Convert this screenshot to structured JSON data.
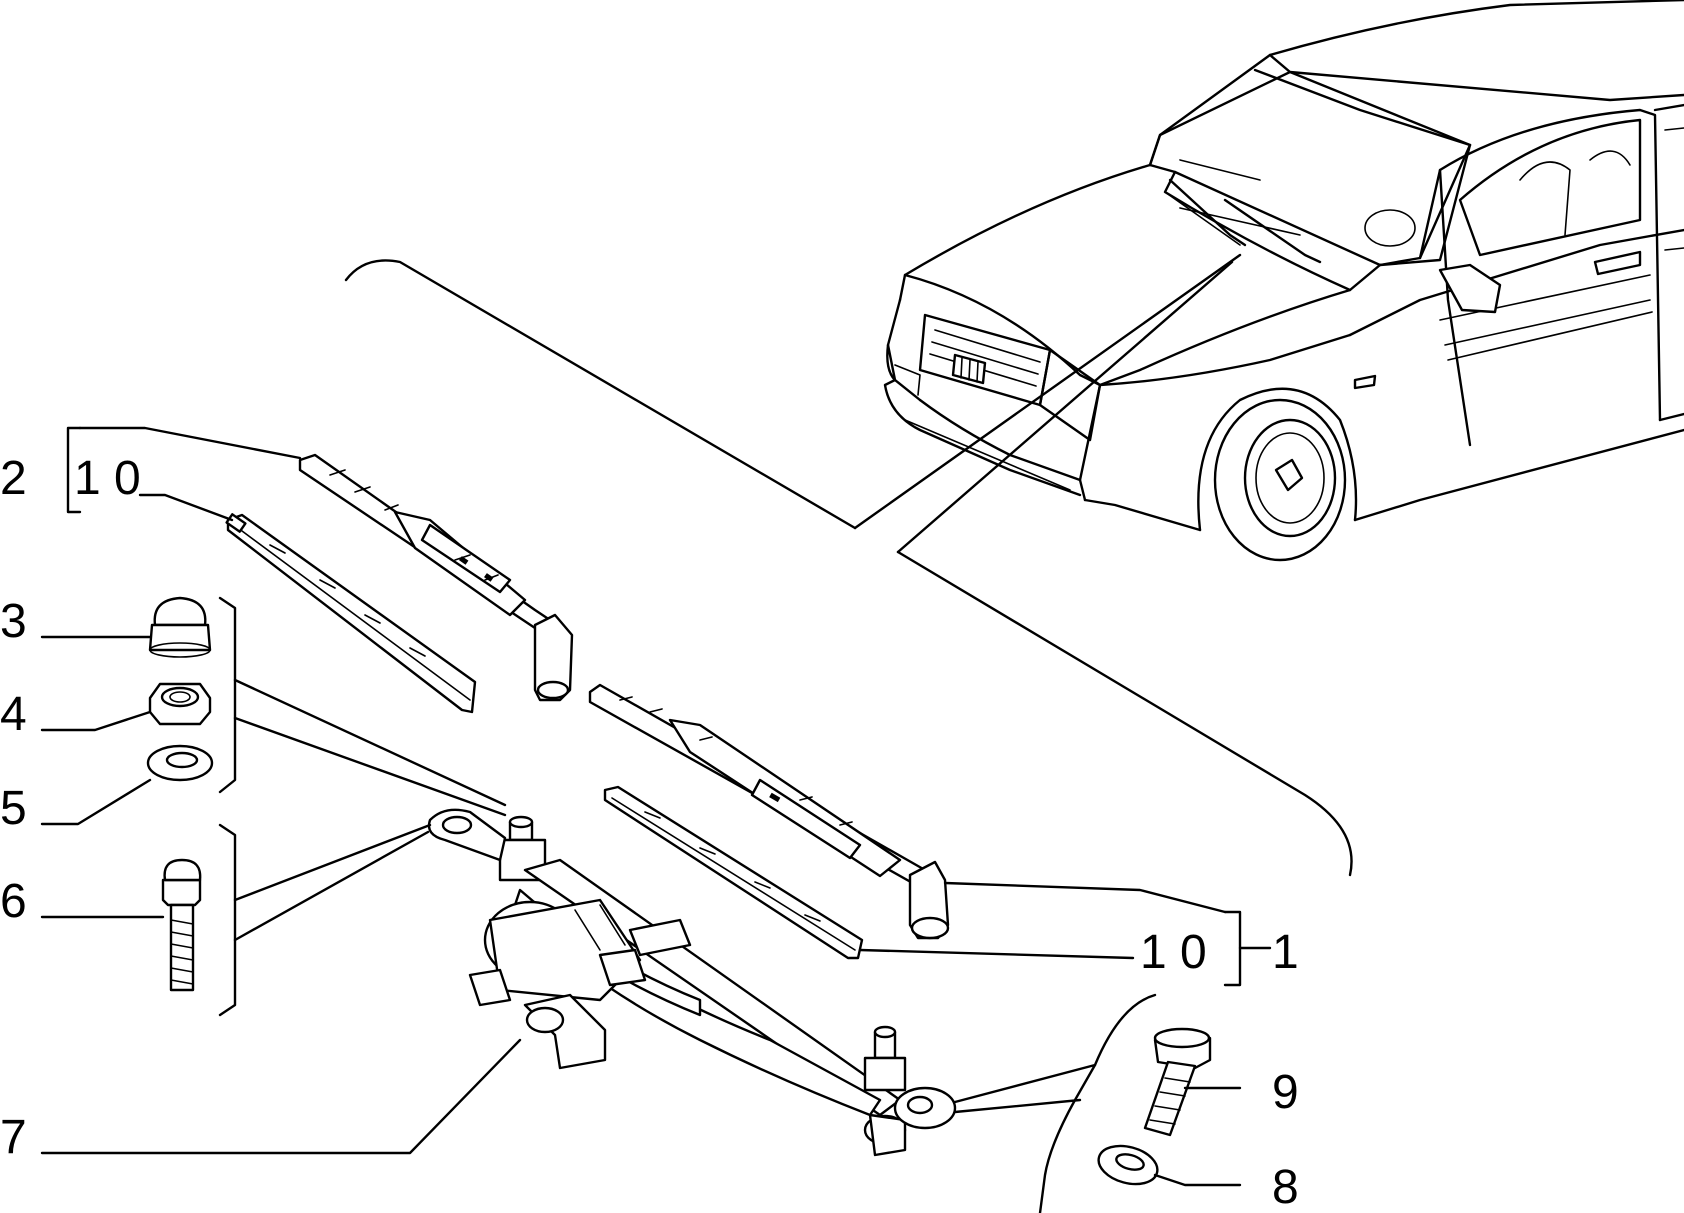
{
  "callouts": {
    "c1": "1",
    "c2": "2",
    "c3": "3",
    "c4": "4",
    "c5": "5",
    "c6": "6",
    "c7": "7",
    "c8": "8",
    "c9": "9",
    "c10_top": "1 0",
    "c10_bottom": "1 0"
  },
  "icons": [
    "car-illustration",
    "wiper-arm",
    "wiper-blade",
    "wiper-linkage-motor",
    "cap-nut",
    "hex-nut",
    "washer",
    "bolt"
  ]
}
